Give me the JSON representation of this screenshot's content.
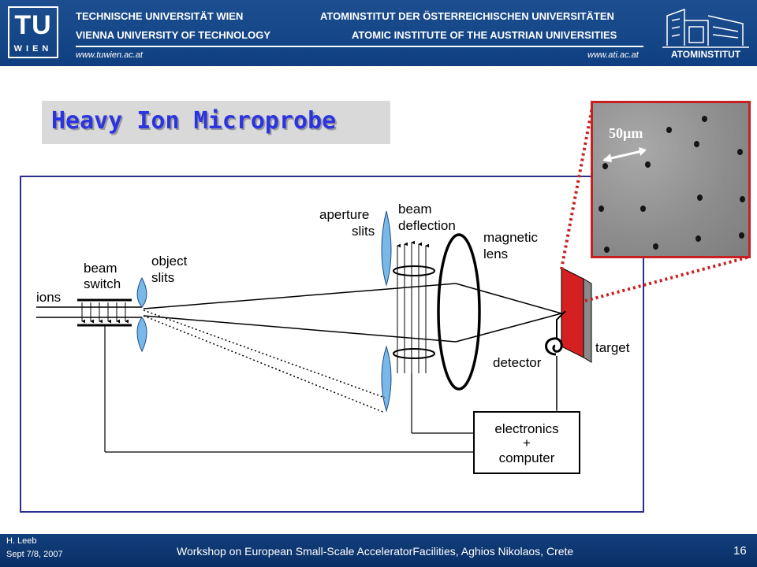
{
  "header": {
    "logo_top": "TU",
    "logo_bottom": "WIEN",
    "tu_line1": "TECHNISCHE UNIVERSITÄT WIEN",
    "tu_line2": "VIENNA UNIVERSITY OF TECHNOLOGY",
    "tu_url": "www.tuwien.ac.at",
    "ati_line1": "ATOMINSTITUT DER ÖSTERREICHISCHEN UNIVERSITÄTEN",
    "ati_line2": "ATOMIC INSTITUTE OF THE AUSTRIAN UNIVERSITIES",
    "ati_url": "www.ati.ac.at",
    "ati_logo_text": "ATOMINSTITUT"
  },
  "slide": {
    "title": "Heavy Ion Microprobe"
  },
  "diagram": {
    "labels": {
      "ions": "ions",
      "beam_switch_1": "beam",
      "beam_switch_2": "switch",
      "object_slits_1": "object",
      "object_slits_2": "slits",
      "aperture_slits_1": "aperture",
      "aperture_slits_2": "slits",
      "beam_deflection_1": "beam",
      "beam_deflection_2": "deflection",
      "magnetic_lens_1": "magnetic",
      "magnetic_lens_2": "lens",
      "target": "target",
      "detector": "detector",
      "electronics_1": "electronics",
      "electronics_2": "+",
      "electronics_3": "computer"
    },
    "colors": {
      "frame": "#2b2f8c",
      "target": "#d42020",
      "zoom_line": "#c82020"
    }
  },
  "inset": {
    "scale_label": "50µm"
  },
  "footer": {
    "author": "H. Leeb",
    "date": "Sept 7/8, 2007",
    "event": "Workshop on European Small-Scale AcceleratorFacilities, Aghios Nikolaos, Crete",
    "page": "16"
  }
}
